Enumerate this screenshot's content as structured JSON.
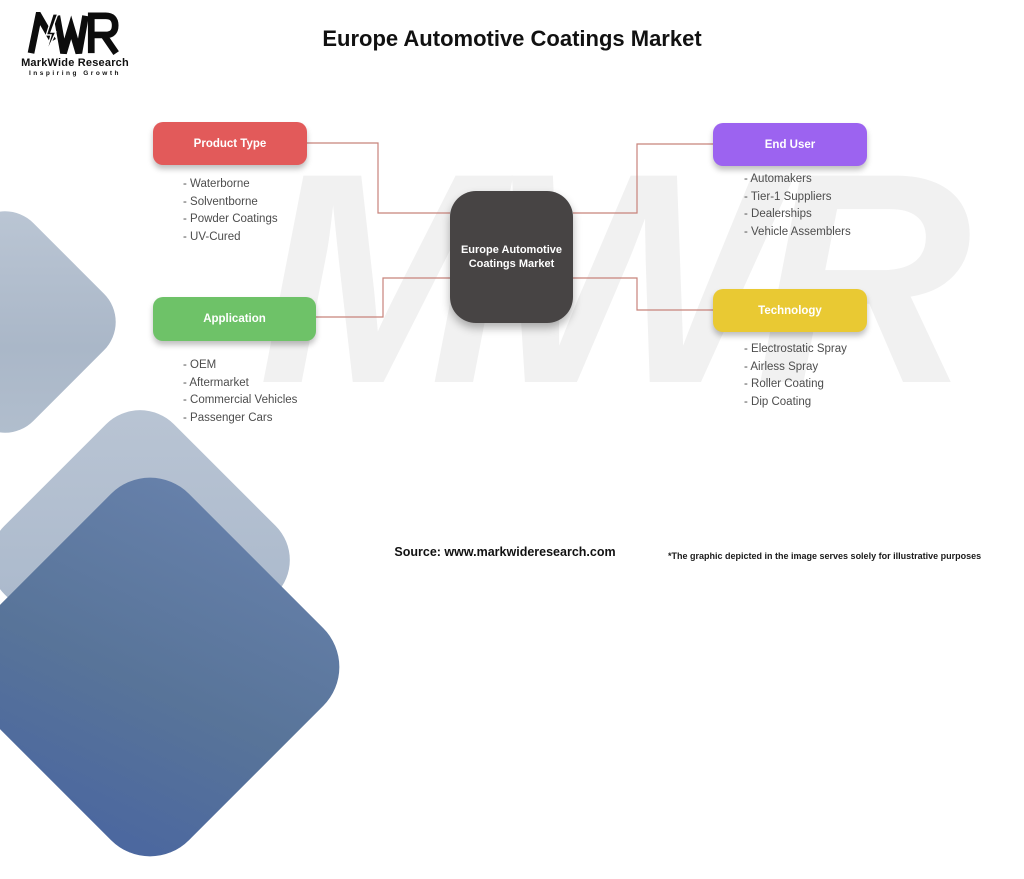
{
  "header": {
    "title": "Europe Automotive Coatings Market",
    "logo": {
      "monogram": "MWR",
      "brand": "MarkWide Research",
      "tagline": "Inspiring Growth"
    }
  },
  "watermark": "MWR",
  "center_node": {
    "label_line1": "Europe Automotive",
    "label_line2": "Coatings Market"
  },
  "branches": [
    {
      "label": "Product Type",
      "color": "#E25A5A",
      "items": [
        "- Waterborne",
        "- Solventborne",
        "- Powder Coatings",
        "- UV-Cured"
      ]
    },
    {
      "label": "End User",
      "color": "#9C63F0",
      "items": [
        "- Automakers",
        "- Tier-1 Suppliers",
        "- Dealerships",
        "- Vehicle Assemblers"
      ]
    },
    {
      "label": "Application",
      "color": "#6EC268",
      "items": [
        "- OEM",
        "- Aftermarket",
        "- Commercial Vehicles",
        "- Passenger Cars"
      ]
    },
    {
      "label": "Technology",
      "color": "#E9C933",
      "items": [
        "- Electrostatic Spray",
        "- Airless Spray",
        "- Roller Coating",
        "- Dip Coating"
      ]
    }
  ],
  "footer": {
    "source": "Source: www.markwideresearch.com",
    "disclaimer": "*The graphic depicted in the image serves solely for illustrative purposes"
  },
  "colors": {
    "center_node_bg": "#474444",
    "connector": "#C8837B",
    "watermark": "#F1F1F1",
    "shape_light": "#B2BFCE",
    "shape_dark": "#5A76A3"
  }
}
